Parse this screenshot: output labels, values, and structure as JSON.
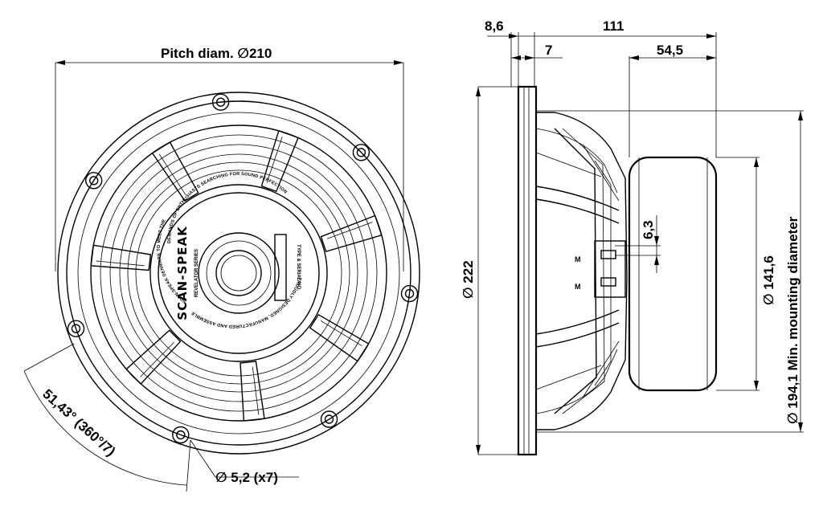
{
  "front_view": {
    "pitch_diameter_label": "Pitch diam. ∅210",
    "angle_label": "51,43° (360°/7)",
    "hole_label": "∅ 5,2 (x7)",
    "hole_count": 7,
    "spoke_count": 7,
    "brand": "SCAN-SPEAK",
    "series": "REVELATOR SERIES",
    "type_serial": "TYPE & SERIAL NO.",
    "ring_text_top": "DEMANDS OF ENTHUSIASTS SEARCHING FOR SOUND PERFECTION",
    "ring_text_left": "SCAN-SPEAK DENMARK TO MEET THE",
    "ring_text_bottom": "PROUDLY DESIGNED, MANUFACTURED AND ASSEMBLED IN SCAN-SPEAK"
  },
  "side_view": {
    "dim_flange": "8,6",
    "dim_depth": "111",
    "dim_7": "7",
    "dim_magnet_depth": "54,5",
    "dim_outer_diameter": "∅ 222",
    "dim_6_3": "6,3",
    "dim_magnet_diameter": "∅ 141,6",
    "dim_mounting": "∅ 194,1 Min. mounting diameter"
  }
}
